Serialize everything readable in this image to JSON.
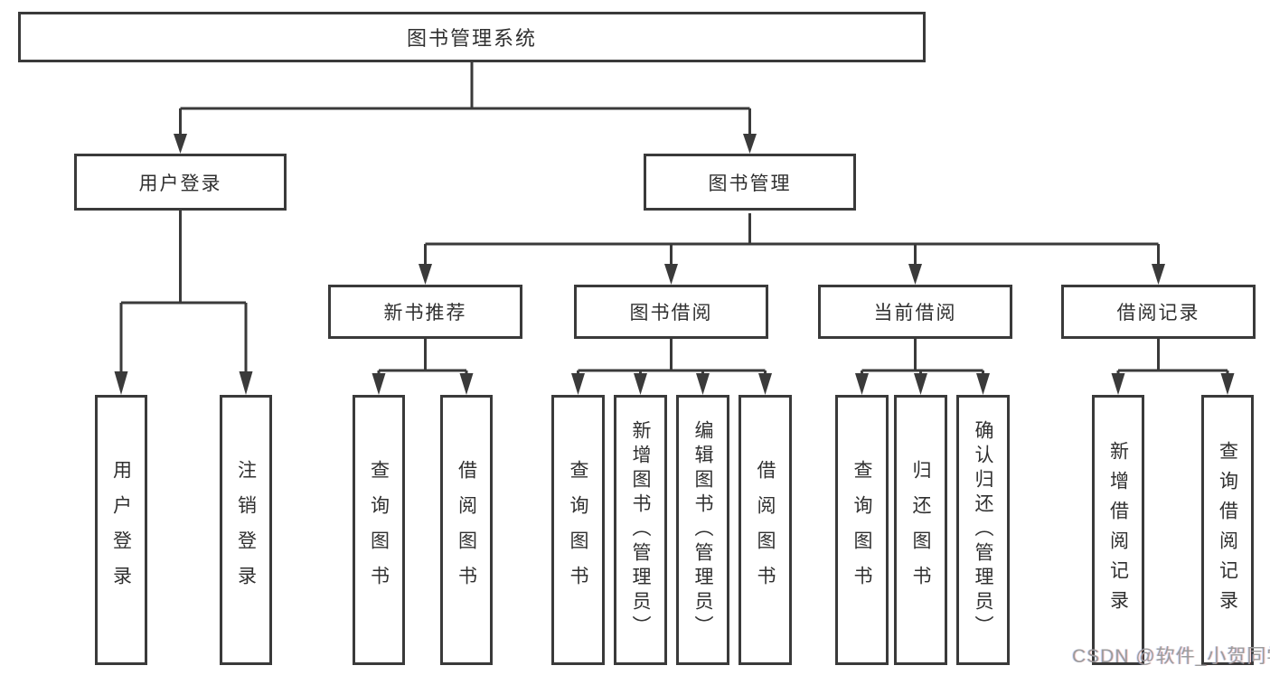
{
  "root": {
    "label": "图书管理系统"
  },
  "branches": [
    {
      "label": "用户登录",
      "children": [
        {
          "label": "用户登录"
        },
        {
          "label": "注销登录"
        }
      ]
    },
    {
      "label": "图书管理",
      "children": [
        {
          "label": "新书推荐",
          "children": [
            {
              "label": "查询图书"
            },
            {
              "label": "借阅图书"
            }
          ]
        },
        {
          "label": "图书借阅",
          "children": [
            {
              "label": "查询图书"
            },
            {
              "label": "新增图书（管理员）"
            },
            {
              "label": "编辑图书（管理员）"
            },
            {
              "label": "借阅图书"
            }
          ]
        },
        {
          "label": "当前借阅",
          "children": [
            {
              "label": "查询图书"
            },
            {
              "label": "归还图书"
            },
            {
              "label": "确认归还（管理员）"
            }
          ]
        },
        {
          "label": "借阅记录",
          "children": [
            {
              "label": "新增借阅记录"
            },
            {
              "label": "查询借阅记录"
            }
          ]
        }
      ]
    }
  ],
  "watermark": "CSDN @软件_小贺同学",
  "colors": {
    "line": "#3a3a3a",
    "text": "#303030",
    "watermark": "#9c9c9c",
    "background": "#ffffff"
  }
}
